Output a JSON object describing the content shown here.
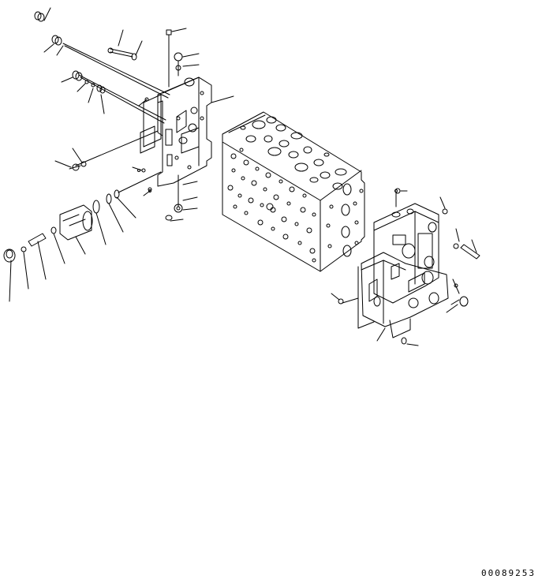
{
  "figure": {
    "drawing_number": "00089253"
  },
  "parts": [
    {
      "name": "left-valve-section"
    },
    {
      "name": "main-valve-body"
    },
    {
      "name": "right-valve-section"
    },
    {
      "name": "spool-assembly"
    },
    {
      "name": "tie-bolt"
    }
  ]
}
